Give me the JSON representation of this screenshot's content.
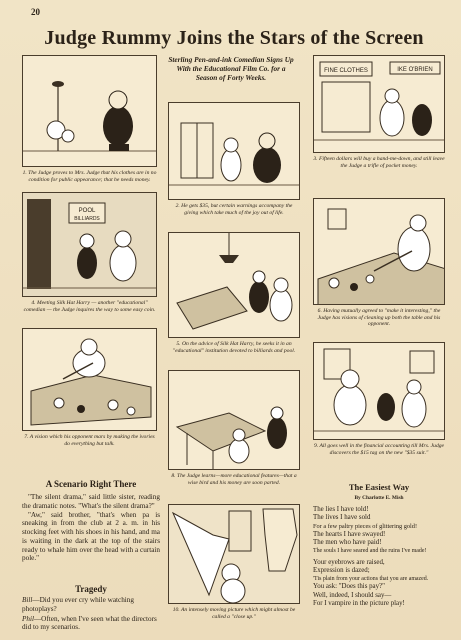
{
  "page_number": "20",
  "title": "Judge Rummy Joins the Stars of the Screen",
  "subhead": "Sterling Pen-and-ink Comedian Signs Up With the Educational Film Co. for a Season of Forty Weeks.",
  "panel_signs": {
    "shop_left": "FINE CLOTHES",
    "shop_right": "IKE O'BRIEN",
    "pool_1": "POOL",
    "pool_2": "BILLIARDS"
  },
  "captions": {
    "c1": "1. The Judge proves to Mrs. Judge that his clothes are in no condition for public appearance; that he needs money.",
    "c2": "2. He gets $35, but certain warnings accompany the giving which take much of the joy out of life.",
    "c3": "3. Fifteen dollars will buy a hand-me-down, and still leave the Judge a trifle of pocket money.",
    "c4": "4. Meeting Silk Hat Harry — another \"educational\" comedian — the Judge inquires the way to some easy coin.",
    "c5": "5. On the advice of Silk Hat Harry, he seeks it in an \"educational\" institution devoted to billiards and pool.",
    "c6": "6. Having mutually agreed to \"make it interesting,\" the Judge has visions of cleaning up both the table and his opponent.",
    "c7": "7. A vision which his opponent mars by making the ivories do everything but talk.",
    "c8": "8. The Judge learns—more educational features—that a wise bird and his money are soon parted.",
    "c9": "9. All goes well in the financial accounting till Mrs. Judge discovers the $15 tag on the new \"$35 suit.\"",
    "c10": "10. An intensely moving picture which might almost be called a \"close up.\""
  },
  "scenario": {
    "title": "A Scenario Right There",
    "paragraphs": [
      "\"The silent drama,\" said little sister, reading the dramatic notes. \"What's the silent drama?\"",
      "\"Aw,\" said brother, \"that's when pa is sneaking in from the club at 2 a. m. in his stocking feet with his shoes in his hand, and ma is waiting in the dark at the top of the stairs ready to whale him over the head with a curtain pole.\""
    ]
  },
  "tragedy": {
    "title": "Tragedy",
    "lines": [
      {
        "speaker": "Bill",
        "text": "—Did you ever cry while watching photoplays?"
      },
      {
        "speaker": "Phil",
        "text": "—Often, when I've seen what the directors did to my scenarios."
      }
    ]
  },
  "easiest_way": {
    "title": "The Easiest Way",
    "byline": "By Charlotte E. Mish",
    "stanza1": [
      "The lies I have told!",
      "The lives I have sold",
      "For a few paltry pieces of glittering gold!",
      "The hearts I have swayed!",
      "The men who have paid!",
      "The souls I have seared and the ruins I've made!"
    ],
    "stanza2": [
      "Your eyebrows are raised,",
      "Expression is dazed;",
      "'Tis plain from your actions that you are amazed.",
      "You ask: \"Does this pay?\"",
      "Well, indeed, I should say—",
      "For I vampire in the picture play!"
    ]
  }
}
